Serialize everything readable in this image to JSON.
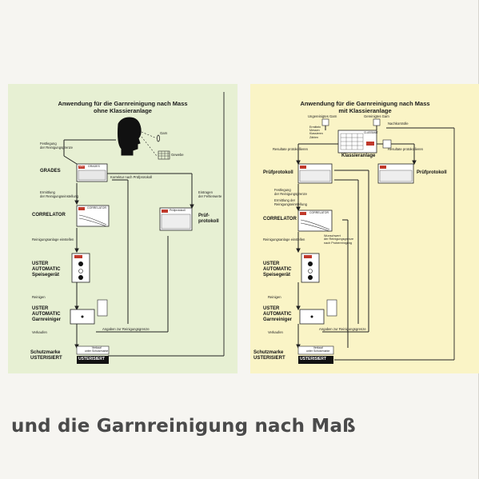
{
  "left_panel": {
    "title1": "Anwendung für die Garnreinigung nach Mass",
    "title2": "ohne Klassieranlage",
    "garn": "Garn",
    "gewebe": "Gewebe",
    "festlegung": "Festlegung\nder Reinigungsgrenze",
    "grades": "GRADES",
    "grades_badge": "USTER",
    "grades_screen": "GRADES",
    "korrektur": "Korrektur nach Prüfprotokoll",
    "ermittlung": "Ermittlung\nder Reinigungseinstellung",
    "eintragen": "Eintragen\nder Fehlerwerte",
    "correlator": "CORRELATOR",
    "correlator_screen": "CORRELATOR",
    "pruef_screen": "Prüfprotokoll",
    "pruef": "Prüf-\nprotokoll",
    "einstellen": "Reinigungsanlage einstellen",
    "uster_auto": "USTER\nAUTOMATIC\nSpeisegerät",
    "reinigen": "Reinigen",
    "garnreiniger": "USTER\nAUTOMATIC\nGarnreiniger",
    "verkaufen": "Verkaufen",
    "angaben": "Angaben zur Reinigungsgrenze",
    "verkauf_box": "Verkauf\nunter Schutzmarke",
    "schutzmarke": "Schutzmarke\nUSTERISIERT",
    "usterisiert_logo": "USTERISIERT"
  },
  "right_panel": {
    "title1": "Anwendung für die Garnreinigung nach Mass",
    "title2": "mit Klassieranlage",
    "ungereinigt": "Ungereinigtes Garn",
    "gereinigt": "Gereinigtes Garn",
    "nachkontrolle": "Nachkontrolle",
    "ermitteln": "Ermitteln\nMessen\nKlassieren\nZählen",
    "classimat": "CLASSIMAT",
    "klassieranlage": "Klassieranlage",
    "resultate_l": "Resultate protokollieren",
    "resultate_r": "Resultate protokollieren",
    "pruef_l": "Prüfprotokoll",
    "pruef_r": "Prüfprotokoll",
    "festlegung": "Festlegung\nder Reinigungsgrenze",
    "ermittlung": "Ermittlung der\nReinigungseinstellung",
    "correlator": "CORRELATOR",
    "correlator_screen": "CORRELATOR",
    "einstellen": "Reinigungsanlage einstellen",
    "wunschwert": "Wunschwert\nder Reinigungsgrenze\nnach Probereinigung",
    "uster_auto": "USTER\nAUTOMATIC\nSpeisegerät",
    "reinigen": "Reinigen",
    "garnreiniger": "USTER\nAUTOMATIC\nGarnreiniger",
    "verkaufen": "Verkaufen",
    "angaben": "Angaben zur Reinigungsgrenze",
    "verkauf_box": "Verkauf\nunter Schutzmarke",
    "schutzmarke": "Schutzmarke\nUSTERISIERT",
    "usterisiert_logo": "USTERISIERT"
  },
  "tagline": "und die Garnreinigung nach Maß"
}
